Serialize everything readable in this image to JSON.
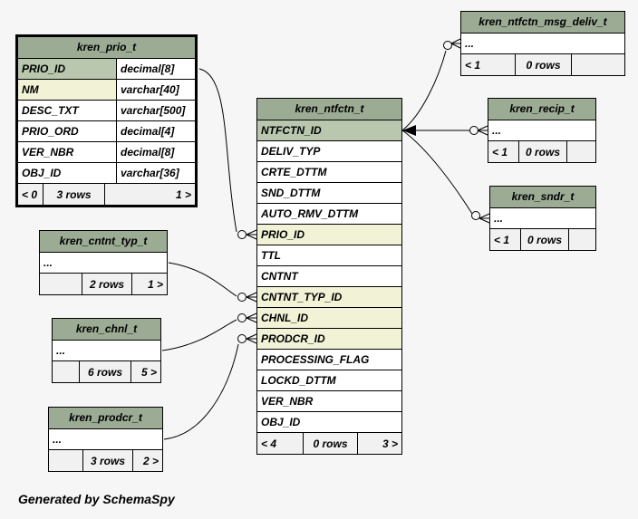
{
  "page": {
    "generator_note": "Generated by SchemaSpy"
  },
  "colors": {
    "background": "#f6f6f6",
    "table_header_bg": "#9cab94",
    "primary_key_bg": "#b9c7ae",
    "indexed_column_bg": "#f2f3d6",
    "footer_bg": "#f1f1f1",
    "line_color": "#000000"
  },
  "tables": {
    "prio": {
      "title": "kren_prio_t",
      "columns": [
        {
          "name": "PRIO_ID",
          "type": "decimal[8]",
          "kind": "primary-key"
        },
        {
          "name": "NM",
          "type": "varchar[40]",
          "kind": "indexed"
        },
        {
          "name": "DESC_TXT",
          "type": "varchar[500]",
          "kind": "normal"
        },
        {
          "name": "PRIO_ORD",
          "type": "decimal[4]",
          "kind": "normal"
        },
        {
          "name": "VER_NBR",
          "type": "decimal[8]",
          "kind": "normal"
        },
        {
          "name": "OBJ_ID",
          "type": "varchar[36]",
          "kind": "normal"
        }
      ],
      "footer": {
        "parents": "< 0",
        "rows": "3 rows",
        "children": "1 >"
      }
    },
    "ntfctn": {
      "title": "kren_ntfctn_t",
      "columns": [
        {
          "name": "NTFCTN_ID",
          "kind": "primary-key"
        },
        {
          "name": "DELIV_TYP",
          "kind": "normal"
        },
        {
          "name": "CRTE_DTTM",
          "kind": "normal"
        },
        {
          "name": "SND_DTTM",
          "kind": "normal"
        },
        {
          "name": "AUTO_RMV_DTTM",
          "kind": "normal"
        },
        {
          "name": "PRIO_ID",
          "kind": "indexed"
        },
        {
          "name": "TTL",
          "kind": "normal"
        },
        {
          "name": "CNTNT",
          "kind": "normal"
        },
        {
          "name": "CNTNT_TYP_ID",
          "kind": "indexed"
        },
        {
          "name": "CHNL_ID",
          "kind": "indexed"
        },
        {
          "name": "PRODCR_ID",
          "kind": "indexed"
        },
        {
          "name": "PROCESSING_FLAG",
          "kind": "normal"
        },
        {
          "name": "LOCKD_DTTM",
          "kind": "normal"
        },
        {
          "name": "VER_NBR",
          "kind": "normal"
        },
        {
          "name": "OBJ_ID",
          "kind": "normal"
        }
      ],
      "footer": {
        "parents": "< 4",
        "rows": "0 rows",
        "children": "3 >"
      }
    },
    "msg_deliv": {
      "title": "kren_ntfctn_msg_deliv_t",
      "ellipsis": "...",
      "footer": {
        "parents": "< 1",
        "rows": "0 rows",
        "children": ""
      }
    },
    "recip": {
      "title": "kren_recip_t",
      "ellipsis": "...",
      "footer": {
        "parents": "< 1",
        "rows": "0 rows",
        "children": ""
      }
    },
    "sndr": {
      "title": "kren_sndr_t",
      "ellipsis": "...",
      "footer": {
        "parents": "< 1",
        "rows": "0 rows",
        "children": ""
      }
    },
    "cntnt_typ": {
      "title": "kren_cntnt_typ_t",
      "ellipsis": "...",
      "footer": {
        "parents": "",
        "rows": "2 rows",
        "children": "1 >"
      }
    },
    "chnl": {
      "title": "kren_chnl_t",
      "ellipsis": "...",
      "footer": {
        "parents": "",
        "rows": "6 rows",
        "children": "5 >"
      }
    },
    "prodcr": {
      "title": "kren_prodcr_t",
      "ellipsis": "...",
      "footer": {
        "parents": "",
        "rows": "3 rows",
        "children": "2 >"
      }
    }
  },
  "relationships": [
    {
      "parent": "kren_prio_t.PRIO_ID",
      "child": "kren_ntfctn_t.PRIO_ID"
    },
    {
      "parent": "kren_cntnt_typ_t",
      "child": "kren_ntfctn_t.CNTNT_TYP_ID"
    },
    {
      "parent": "kren_chnl_t",
      "child": "kren_ntfctn_t.CHNL_ID"
    },
    {
      "parent": "kren_prodcr_t",
      "child": "kren_ntfctn_t.PRODCR_ID"
    },
    {
      "parent": "kren_ntfctn_t.NTFCTN_ID",
      "child": "kren_ntfctn_msg_deliv_t"
    },
    {
      "parent": "kren_ntfctn_t.NTFCTN_ID",
      "child": "kren_recip_t"
    },
    {
      "parent": "kren_ntfctn_t.NTFCTN_ID",
      "child": "kren_sndr_t"
    }
  ]
}
